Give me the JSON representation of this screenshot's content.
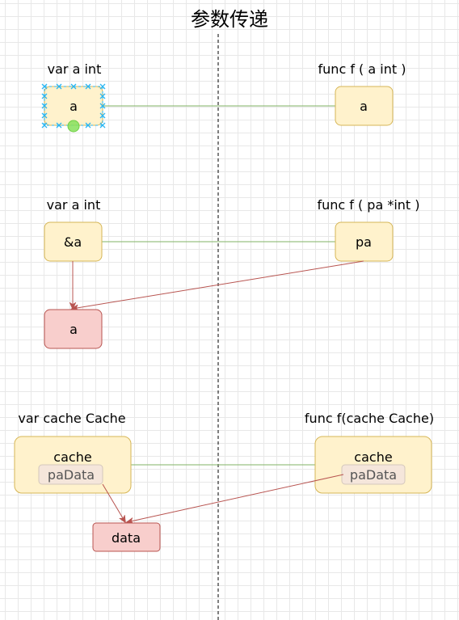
{
  "title": "参数传递",
  "colors": {
    "yellow_fill": "#fff2cc",
    "yellow_stroke": "#d6b656",
    "red_fill": "#f8cecc",
    "red_stroke": "#b85450",
    "green_edge": "#82b366",
    "red_edge": "#b85450",
    "inner_fill": "#f5e6db",
    "inner_stroke": "#d4c8bc",
    "selection": "#29b6f2",
    "hover_handle": "#86e05a"
  },
  "sections": [
    {
      "left_label": "var a int",
      "right_label": "func f ( a int )",
      "left_node": "a",
      "right_node": "a"
    },
    {
      "left_label": "var a int",
      "right_label": "func f ( pa *int )",
      "left_node": "&a",
      "right_node": "pa",
      "target_node": "a"
    },
    {
      "left_label": "var cache Cache",
      "right_label": "func f(cache Cache)",
      "left_node": "cache",
      "left_inner": "paData",
      "right_node": "cache",
      "right_inner": "paData",
      "target_node": "data"
    }
  ]
}
